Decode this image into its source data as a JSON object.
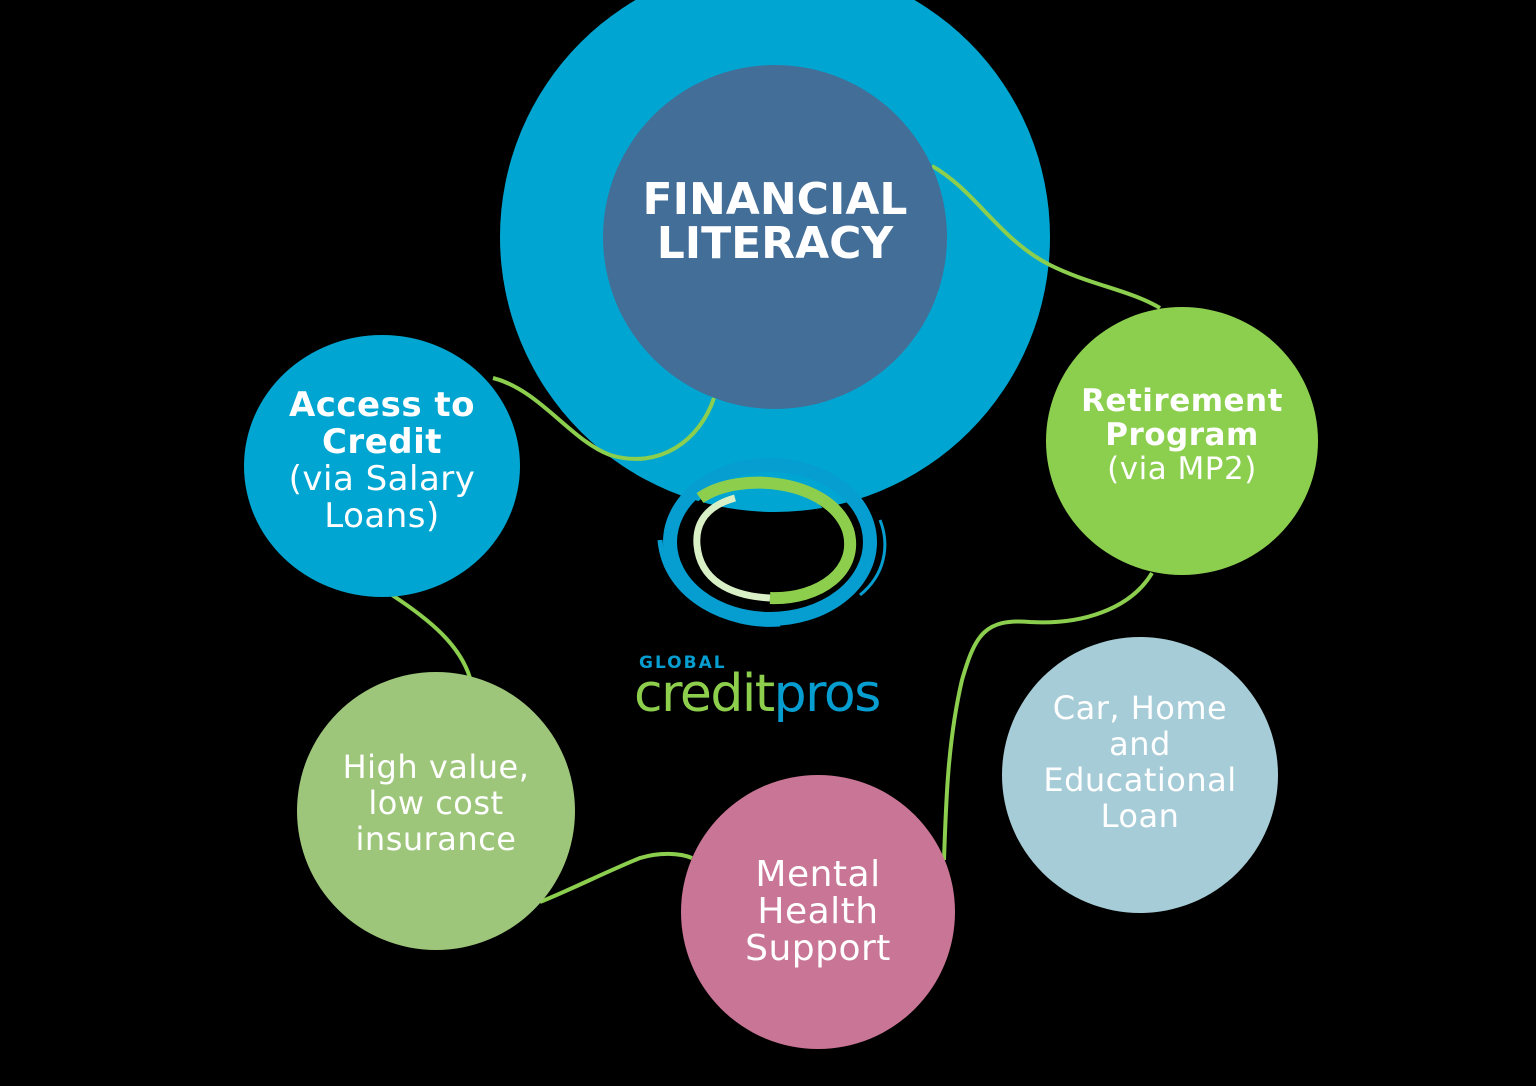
{
  "diagram": {
    "background": "#000000",
    "connector_color": "#8cce4e",
    "center": {
      "title_line1": "FINANCIAL",
      "title_line2": "LITERACY",
      "outer_color": "#00a6d1",
      "inner_color": "#426e98"
    },
    "nodes": [
      {
        "id": "access-to-credit",
        "lines": [
          "Access to",
          "Credit",
          "(via Salary",
          "Loans)"
        ],
        "color": "#00a6d1"
      },
      {
        "id": "retirement-program",
        "lines": [
          "Retirement",
          "Program",
          "(via MP2)"
        ],
        "color": "#8ccf4f"
      },
      {
        "id": "car-home-educational-loan",
        "lines": [
          "Car, Home",
          "and",
          "Educational",
          "Loan"
        ],
        "color": "#a6ccd8"
      },
      {
        "id": "mental-health-support",
        "lines": [
          "Mental",
          "Health",
          "Support"
        ],
        "color": "#c97596"
      },
      {
        "id": "high-value-insurance",
        "lines": [
          "High value,",
          "low cost",
          "insurance"
        ],
        "color": "#9dc67a"
      }
    ],
    "logo": {
      "word_top": "GLOBAL",
      "word_credit": "credit",
      "word_pros": "pros",
      "blue": "#069ed1",
      "green": "#8dcf4d",
      "pale_green": "#d9efc6"
    }
  }
}
